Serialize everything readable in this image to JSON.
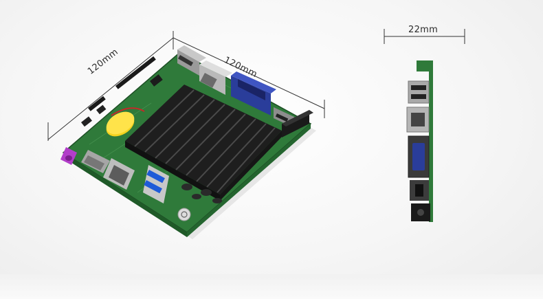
{
  "dimensions": {
    "board_diagonal_left": "120mm",
    "board_diagonal_right": "120mm",
    "side_profile_width": "22mm"
  },
  "colors": {
    "pcb_green": "#2f7a3a",
    "heatsink": "#2b2b2b",
    "vga_port": "#2a3d9a",
    "usb3_port": "#1f5bd8",
    "audio_jack": "#b23ec9",
    "battery": "#f4d21e"
  },
  "icons": [
    "heatsink",
    "vga-port",
    "ethernet-port",
    "usb3-port",
    "audio-jack",
    "battery",
    "hdmi-port",
    "power-button"
  ]
}
